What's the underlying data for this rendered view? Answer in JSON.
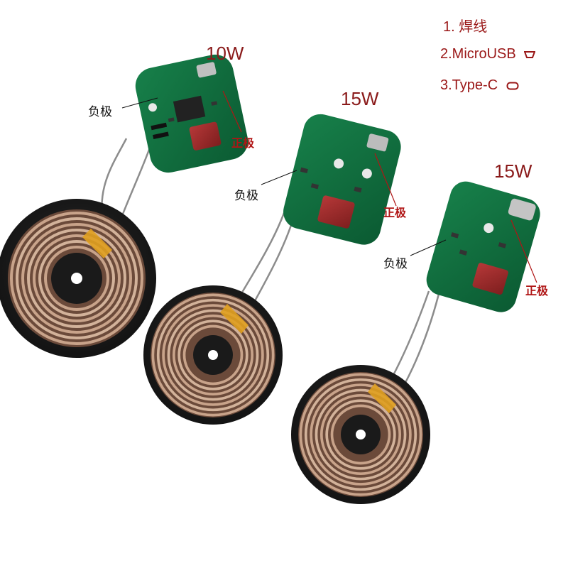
{
  "legend": {
    "item1": "1. 焊线",
    "item2": "2.MicroUSB",
    "item3": "3.Type-C"
  },
  "modules": [
    {
      "power": "10W",
      "negative_label": "负极",
      "positive_label": "正极",
      "port": "micro-usb-port"
    },
    {
      "power": "15W",
      "negative_label": "负极",
      "positive_label": "正极",
      "port": "micro-usb-port"
    },
    {
      "power": "15W",
      "negative_label": "负极",
      "positive_label": "正极",
      "port": "type-c-port"
    }
  ],
  "colors": {
    "pcb_green": "#0f6e3f",
    "coil_copper": "#c9a48a",
    "ferrite_black": "#1c1c1c",
    "kapton_tape": "#e0a020",
    "capacitor_red": "#a52a2a",
    "label_red": "#a11a1a"
  }
}
